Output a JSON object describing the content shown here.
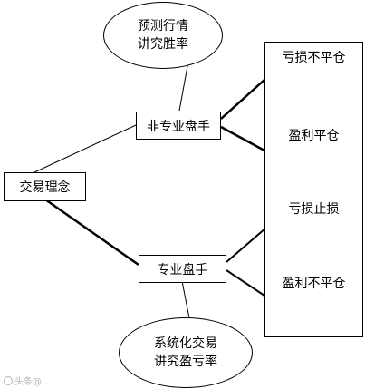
{
  "root": {
    "label": "交易理念"
  },
  "non_pro": {
    "label": "非专业盘手",
    "note_line1": "预测行情",
    "note_line2": "讲究胜率"
  },
  "pro": {
    "label": "专业盘手",
    "note_line1": "系统化交易",
    "note_line2": "讲究盈亏率"
  },
  "outcomes": [
    "亏损不平仓",
    "盈利平仓",
    "亏损止损",
    "盈利不平仓"
  ],
  "watermark": "头条@..."
}
